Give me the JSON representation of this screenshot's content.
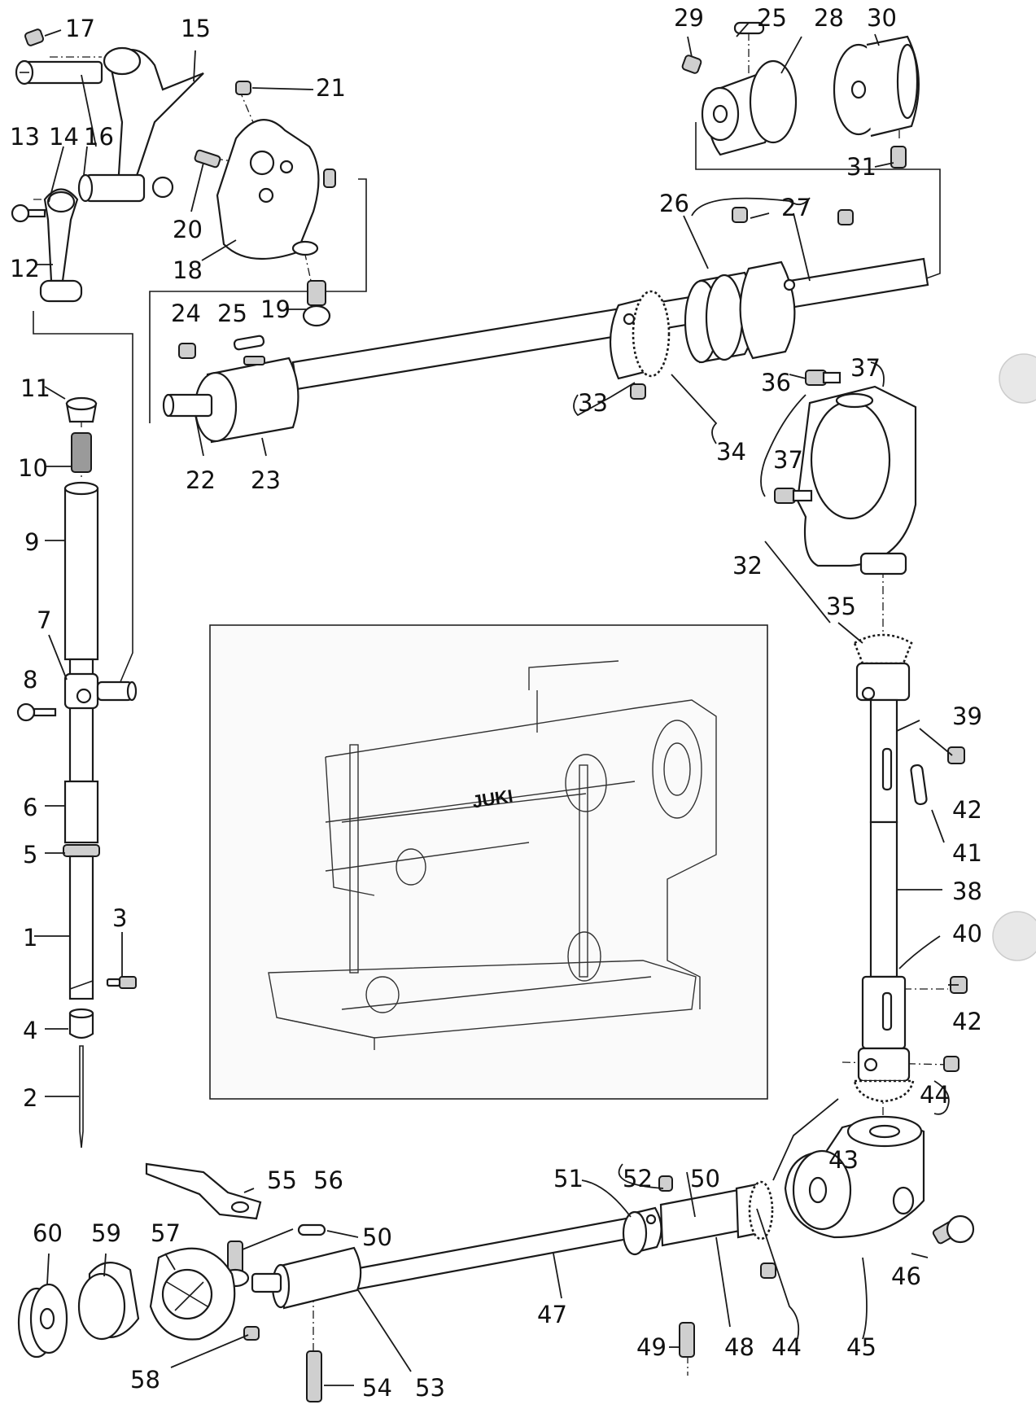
{
  "diagram": {
    "labels": [
      {
        "id": "l17",
        "text": "17"
      },
      {
        "id": "l15",
        "text": "15"
      },
      {
        "id": "l21",
        "text": "21"
      },
      {
        "id": "l13",
        "text": "13"
      },
      {
        "id": "l14",
        "text": "14"
      },
      {
        "id": "l16",
        "text": "16"
      },
      {
        "id": "l20",
        "text": "20"
      },
      {
        "id": "l18",
        "text": "18"
      },
      {
        "id": "l12",
        "text": "12"
      },
      {
        "id": "l24",
        "text": "24"
      },
      {
        "id": "l25a",
        "text": "25"
      },
      {
        "id": "l19",
        "text": "19"
      },
      {
        "id": "l11",
        "text": "11"
      },
      {
        "id": "l10",
        "text": "10"
      },
      {
        "id": "l9",
        "text": "9"
      },
      {
        "id": "l7",
        "text": "7"
      },
      {
        "id": "l8",
        "text": "8"
      },
      {
        "id": "l6",
        "text": "6"
      },
      {
        "id": "l5",
        "text": "5"
      },
      {
        "id": "l3",
        "text": "3"
      },
      {
        "id": "l1",
        "text": "1"
      },
      {
        "id": "l4",
        "text": "4"
      },
      {
        "id": "l2",
        "text": "2"
      },
      {
        "id": "l22",
        "text": "22"
      },
      {
        "id": "l23",
        "text": "23"
      },
      {
        "id": "l29",
        "text": "29"
      },
      {
        "id": "l25b",
        "text": "25"
      },
      {
        "id": "l28",
        "text": "28"
      },
      {
        "id": "l30",
        "text": "30"
      },
      {
        "id": "l31",
        "text": "31"
      },
      {
        "id": "l26",
        "text": "26"
      },
      {
        "id": "l27",
        "text": "27"
      },
      {
        "id": "l33",
        "text": "33"
      },
      {
        "id": "l34",
        "text": "34"
      },
      {
        "id": "l36",
        "text": "36"
      },
      {
        "id": "l37a",
        "text": "37"
      },
      {
        "id": "l37b",
        "text": "37"
      },
      {
        "id": "l32",
        "text": "32"
      },
      {
        "id": "l35",
        "text": "35"
      },
      {
        "id": "l39",
        "text": "39"
      },
      {
        "id": "l42a",
        "text": "42"
      },
      {
        "id": "l41",
        "text": "41"
      },
      {
        "id": "l38",
        "text": "38"
      },
      {
        "id": "l40",
        "text": "40"
      },
      {
        "id": "l42b",
        "text": "42"
      },
      {
        "id": "l44a",
        "text": "44"
      },
      {
        "id": "l43",
        "text": "43"
      },
      {
        "id": "l55",
        "text": "55"
      },
      {
        "id": "l56",
        "text": "56"
      },
      {
        "id": "l51",
        "text": "51"
      },
      {
        "id": "l52",
        "text": "52"
      },
      {
        "id": "l50a",
        "text": "50"
      },
      {
        "id": "l60",
        "text": "60"
      },
      {
        "id": "l59",
        "text": "59"
      },
      {
        "id": "l57",
        "text": "57"
      },
      {
        "id": "l50b",
        "text": "50"
      },
      {
        "id": "l46",
        "text": "46"
      },
      {
        "id": "l47",
        "text": "47"
      },
      {
        "id": "l49",
        "text": "49"
      },
      {
        "id": "l48",
        "text": "48"
      },
      {
        "id": "l44b",
        "text": "44"
      },
      {
        "id": "l45",
        "text": "45"
      },
      {
        "id": "l58",
        "text": "58"
      },
      {
        "id": "l54",
        "text": "54"
      },
      {
        "id": "l53",
        "text": "53"
      }
    ],
    "inset": {
      "brand": "JUKI"
    }
  }
}
